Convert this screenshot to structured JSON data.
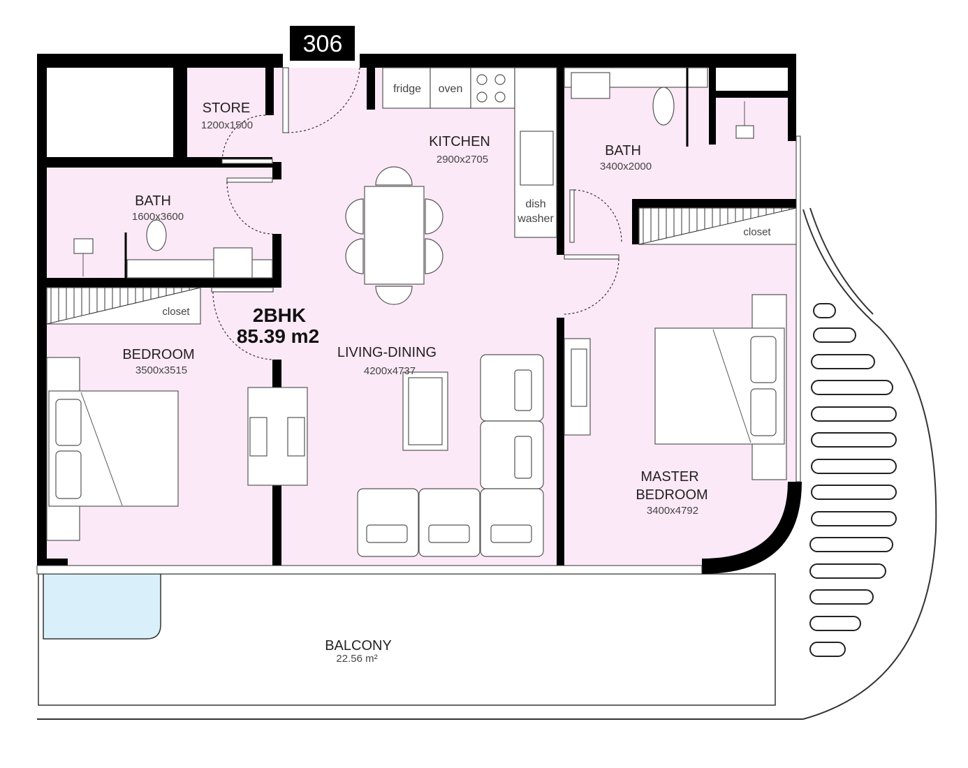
{
  "unit_number": "306",
  "unit_type": "2BHK",
  "unit_area": "85.39 m2",
  "colors": {
    "interior": "#fce9f7",
    "pool": "#d9f0fa",
    "wall": "#000000"
  },
  "rooms": {
    "store": {
      "name": "STORE",
      "size": "1200x1500"
    },
    "bath_left": {
      "name": "BATH",
      "size": "1600x3600"
    },
    "kitchen": {
      "name": "KITCHEN",
      "size": "2900x2705"
    },
    "bath_right": {
      "name": "BATH",
      "size": "3400x2000"
    },
    "bedroom": {
      "name": "BEDROOM",
      "size": "3500x3515"
    },
    "living": {
      "name": "LIVING-DINING",
      "size": "4200x4737"
    },
    "master": {
      "name1": "MASTER",
      "name2": "BEDROOM",
      "size": "3400x4792"
    },
    "balcony": {
      "name": "BALCONY",
      "size": "22.56 m²"
    }
  },
  "fixtures": {
    "fridge": "fridge",
    "oven": "oven",
    "dish1": "dish",
    "dish2": "washer",
    "closet": "closet"
  }
}
